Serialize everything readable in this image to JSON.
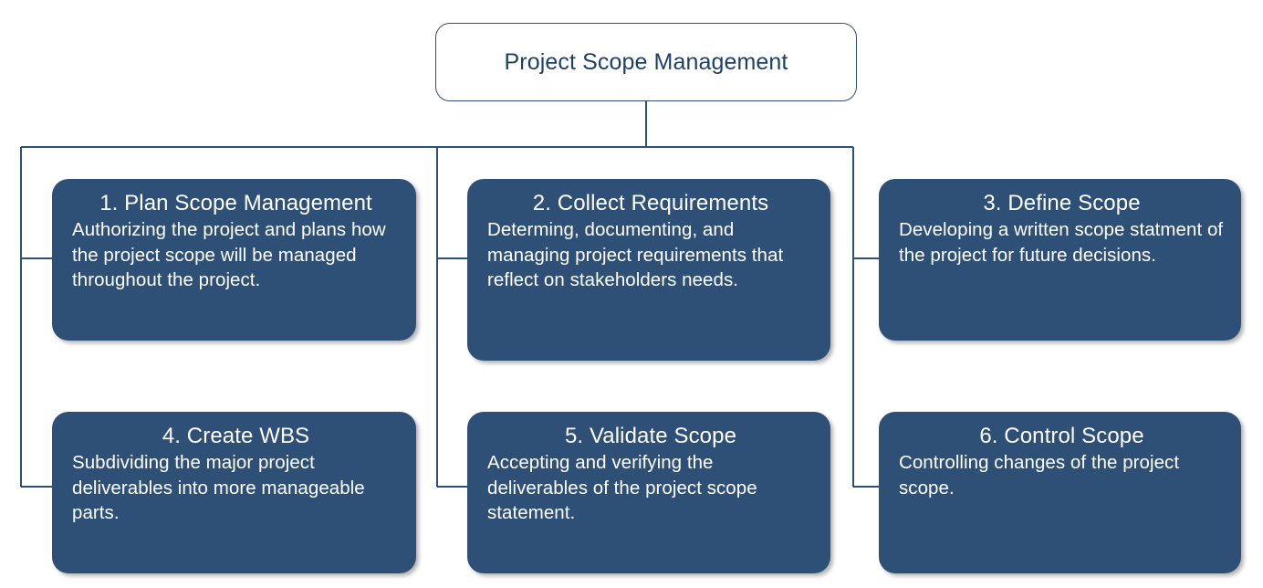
{
  "diagram": {
    "title": "Project Scope Management",
    "root": {
      "label": "Project Scope Management"
    },
    "colors": {
      "box_fill": "#2E5077",
      "box_text": "#FFFFFF",
      "root_border": "#2E5077",
      "root_text": "#1F4065",
      "connector": "#2E5077",
      "background": "#FFFFFF"
    },
    "processes": [
      {
        "number": "1.",
        "title": "1. Plan Scope Management",
        "description": "Authorizing the project and plans how the project scope will be managed throughout the project."
      },
      {
        "number": "2.",
        "title": "2. Collect Requirements",
        "description": "Determing, documenting, and managing project requirements that reflect on stakeholders needs."
      },
      {
        "number": "3.",
        "title": "3. Define Scope",
        "description": "Developing a written scope statment of the project for future decisions."
      },
      {
        "number": "4.",
        "title": "4. Create WBS",
        "description": "Subdividing the major project deliverables into more manageable parts."
      },
      {
        "number": "5.",
        "title": "5. Validate Scope",
        "description": "Accepting and verifying the deliverables of the project scope statement."
      },
      {
        "number": "6.",
        "title": "6. Control Scope",
        "description": "Controlling changes of the project scope."
      }
    ]
  }
}
